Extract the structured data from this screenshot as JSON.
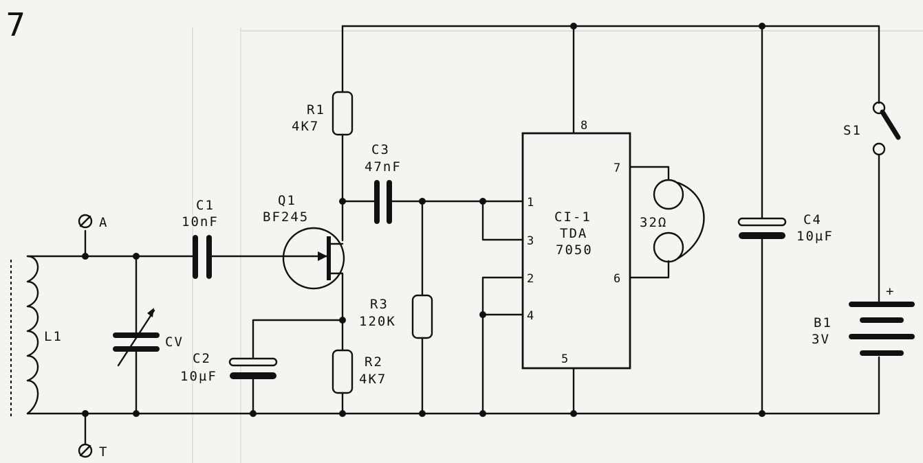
{
  "figure_number": "7",
  "terminals": {
    "antenna": "A",
    "ground": "T"
  },
  "components": {
    "L1": {
      "ref": "L1"
    },
    "CV": {
      "ref": "CV"
    },
    "C1": {
      "ref": "C1",
      "value": "10nF"
    },
    "C2": {
      "ref": "C2",
      "value": "10µF"
    },
    "C3": {
      "ref": "C3",
      "value": "47nF"
    },
    "C4": {
      "ref": "C4",
      "value": "10µF"
    },
    "Q1": {
      "ref": "Q1",
      "value": "BF245"
    },
    "R1": {
      "ref": "R1",
      "value": "4K7"
    },
    "R2": {
      "ref": "R2",
      "value": "4K7"
    },
    "R3": {
      "ref": "R3",
      "value": "120K"
    },
    "IC": {
      "ref": "CI-1",
      "line2": "TDA",
      "line3": "7050"
    },
    "headphone": {
      "value": "32Ω"
    },
    "S1": {
      "ref": "S1"
    },
    "B1": {
      "ref": "B1",
      "value": "3V",
      "polarity": "+"
    }
  },
  "ic_pins": {
    "p1": "1",
    "p2": "2",
    "p3": "3",
    "p4": "4",
    "p5": "5",
    "p6": "6",
    "p7": "7",
    "p8": "8"
  }
}
